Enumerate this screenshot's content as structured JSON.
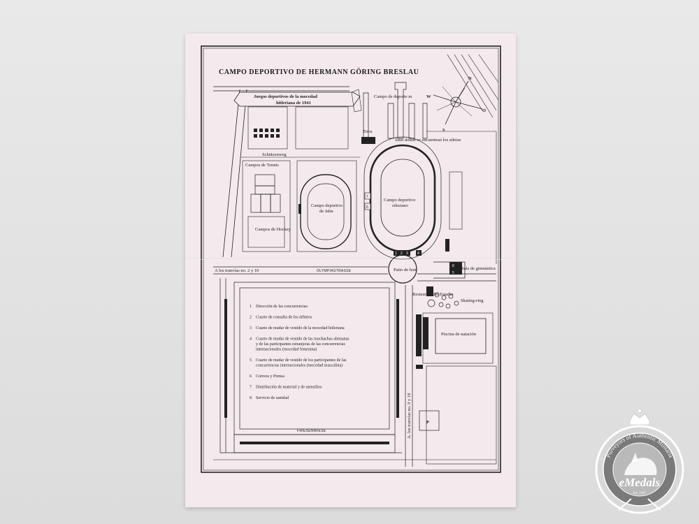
{
  "map": {
    "title": "CAMPO DEPORTIVO DE HERMANN GÖRING BRESLAU",
    "banner_line1": "Juegos deportivos de la mocedad",
    "banner_line2": "hitleriana de 1941",
    "compass": {
      "n": "N",
      "w": "W",
      "o": "O",
      "s": "S"
    },
    "labels": {
      "campo_deporte": "Campo de deporte m",
      "tiros": "Tiros",
      "sitio": "Sitio donde se encuentran los atletas",
      "schutzenweg": "Schützenweg",
      "campos_tennis": "Campos de Tennis",
      "campos_hockey": "Campos de Hockey",
      "jahn_line1": "Campo deportivo",
      "jahn_line2": "de Jahn",
      "silesiano_line1": "Campo deportivo",
      "silesiano_line2": "silesiano",
      "patio": "Patio de hon",
      "sala": "Sala de gimnástica",
      "tranvias_left": "A los tranvías no. 2 y 10",
      "olympiastrasse": "OLYMPIASTRASSE",
      "restaurant": "Restaurant del Estadio",
      "skating": "Skating-ring",
      "piscina": "Piscina de natación",
      "tranvias_vertical": "A. los tranvías no. 9 y 18",
      "friesenwiese": "FRIESENWIESE",
      "parking": "P"
    },
    "stadium_numbers": [
      "7",
      "6",
      "1",
      "2",
      "3",
      "4",
      "5",
      "8"
    ],
    "legend": [
      {
        "num": "1",
        "text": [
          "Dirección de las concurrencias"
        ]
      },
      {
        "num": "2",
        "text": [
          "Cuarto de consulta de los árbitros"
        ]
      },
      {
        "num": "3",
        "text": [
          "Cuarto de mudar de vestido de la mocedad hitleriana"
        ]
      },
      {
        "num": "4",
        "text": [
          "Cuarto de mudar de vestido de las muchachas alemanas",
          "y de las participantes estranjeras de las concurrencias",
          "internacionales (mocedad femenina)"
        ]
      },
      {
        "num": "5",
        "text": [
          "Cuarto de mudar de vestido de los participantes de las",
          "concurrencias internacionales (mocedad masculina)"
        ]
      },
      {
        "num": "6",
        "text": [
          "Correos y Prensa"
        ]
      },
      {
        "num": "7",
        "text": [
          "Distribución de material y de utensilios"
        ]
      },
      {
        "num": "8",
        "text": [
          "Servicio de sanidad"
        ]
      }
    ]
  },
  "badge": {
    "top_text": "Purveyors of Authentic Militaria",
    "brand": "eMedals",
    "est": "Est. 1997"
  }
}
